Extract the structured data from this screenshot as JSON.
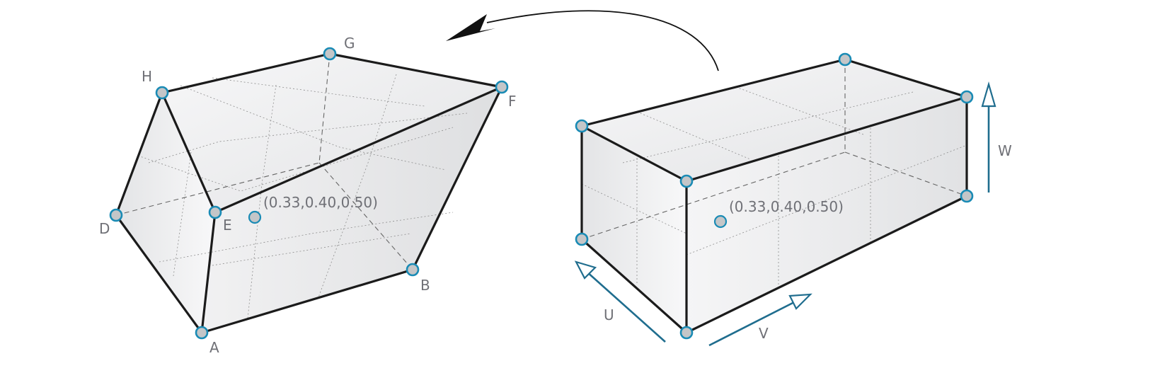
{
  "left_shape": {
    "vertex_labels": {
      "A": "A",
      "B": "B",
      "D": "D",
      "E": "E",
      "F": "F",
      "G": "G",
      "H": "H"
    },
    "point_label": "(0.33,0.40,0.50)"
  },
  "right_shape": {
    "point_label": "(0.33,0.40,0.50)",
    "axis_labels": {
      "u": "U",
      "v": "V",
      "w": "W"
    }
  },
  "colors": {
    "edge": "#1b1b1b",
    "node_stroke": "#1a8bb5",
    "node_fill": "#c4c6c8",
    "axis": "#1f6d8e",
    "label": "#6f7076"
  },
  "icons": [
    "curved-arrow-icon",
    "arrow-u-icon",
    "arrow-v-icon",
    "arrow-w-icon"
  ]
}
